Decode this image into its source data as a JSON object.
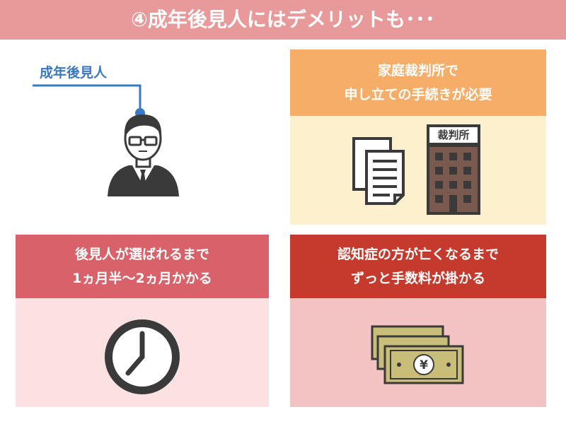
{
  "banner": {
    "title": "④成年後見人にはデメリットも･･･"
  },
  "person": {
    "label": "成年後見人",
    "icon": "businessman-icon"
  },
  "court_panel": {
    "title_line1": "家庭裁判所で",
    "title_line2": "申し立ての手続きが必要",
    "building_sign": "裁判所",
    "icons": [
      "documents-icon",
      "court-building-icon"
    ]
  },
  "time_panel": {
    "title_line1": "後見人が選ばれるまで",
    "title_line2": "1ヵ月半～2ヵ月かかる",
    "icon": "clock-icon"
  },
  "fee_panel": {
    "title_line1": "認知症の方が亡くなるまで",
    "title_line2": "ずっと手数料が掛かる",
    "bill_symbol": "¥",
    "icon": "yen-banknotes-icon"
  },
  "colors": {
    "banner": "#e89a9a",
    "person_label": "#3a78c2",
    "court_head": "#f6ad68",
    "court_body": "#fdf0cc",
    "time_head": "#d9626a",
    "time_body": "#fbe1e1",
    "fee_head": "#c63a2e",
    "fee_body": "#f3c3c3"
  }
}
